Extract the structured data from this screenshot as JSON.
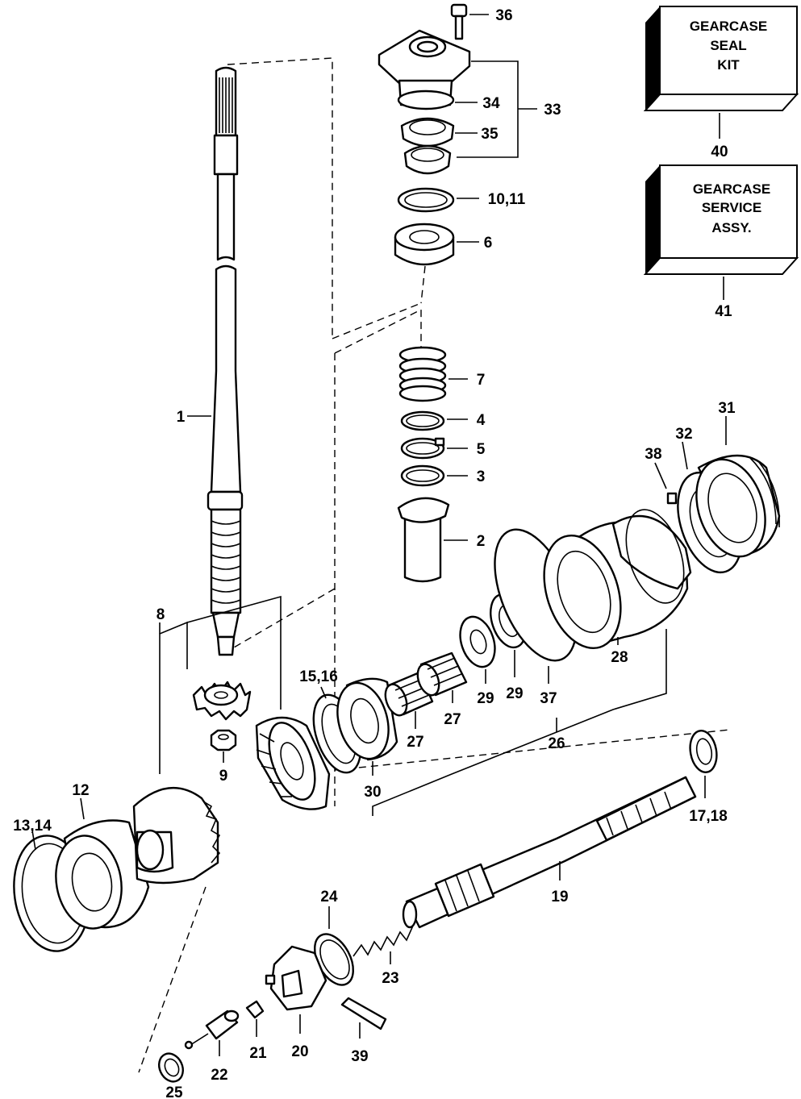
{
  "kits": [
    {
      "lines": [
        "GEARCASE",
        "SEAL",
        "KIT"
      ],
      "number": "40"
    },
    {
      "lines": [
        "GEARCASE",
        "SERVICE",
        "ASSY."
      ],
      "number": "41"
    }
  ],
  "callouts": {
    "p1": "1",
    "p2": "2",
    "p3": "3",
    "p4": "4",
    "p5": "5",
    "p6": "6",
    "p7": "7",
    "p8": "8",
    "p9": "9",
    "p10_11": "10,11",
    "p12": "12",
    "p13_14": "13,14",
    "p15_16": "15,16",
    "p17_18": "17,18",
    "p19": "19",
    "p20": "20",
    "p21": "21",
    "p22": "22",
    "p23": "23",
    "p24": "24",
    "p25": "25",
    "p26": "26",
    "p27a": "27",
    "p27b": "27",
    "p28": "28",
    "p29a": "29",
    "p29b": "29",
    "p30": "30",
    "p31": "31",
    "p32": "32",
    "p33": "33",
    "p34": "34",
    "p35": "35",
    "p36": "36",
    "p37": "37",
    "p38": "38",
    "p39": "39"
  }
}
